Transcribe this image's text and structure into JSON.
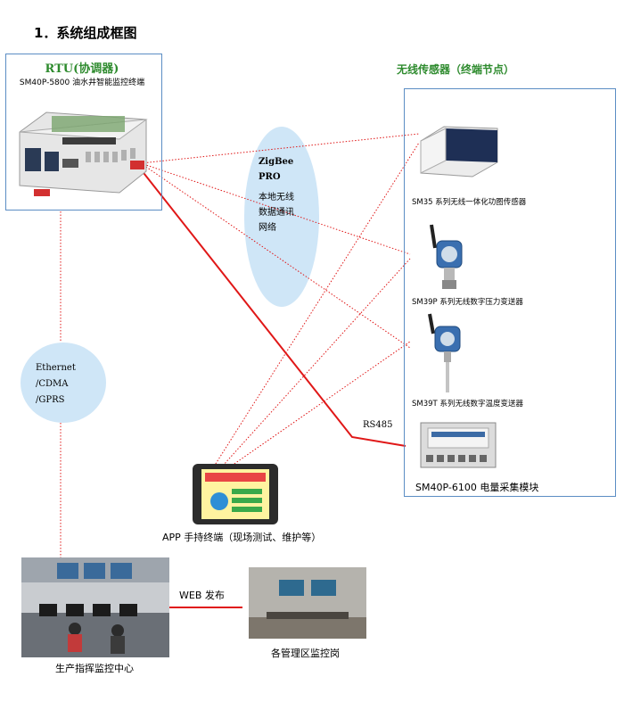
{
  "heading": "1．系统组成框图",
  "rtu": {
    "title": "RTU(协调器)",
    "subtitle": "SM40P-5800 油水井智能监控终端"
  },
  "wireless": {
    "title": "无线传感器（终端节点）",
    "sensors": [
      "SM35 系列无线一体化功图传感器",
      "SM39P 系列无线数字压力变送器",
      "SM39T 系列无线数字温度变送器"
    ],
    "module": "SM40P-6100 电量采集模块"
  },
  "zigbee": {
    "line1": "ZigBee",
    "line2": "PRO",
    "line3": "本地无线",
    "line4": "数据通讯",
    "line5": "网络"
  },
  "ethernet": {
    "line1": "Ethernet",
    "line2": "/CDMA",
    "line3": "/GPRS"
  },
  "rs485": "RS485",
  "app_terminal": "APP 手持终端（现场测试、维护等）",
  "web_publish": "WEB 发布",
  "control_center": "生产指挥监控中心",
  "district_post": "各管理区监控岗",
  "colors": {
    "link_red": "#e01818",
    "box_blue": "#5b8dc4",
    "ellipse_fill": "#cfe6f7",
    "label_green": "#2e8b2e"
  }
}
